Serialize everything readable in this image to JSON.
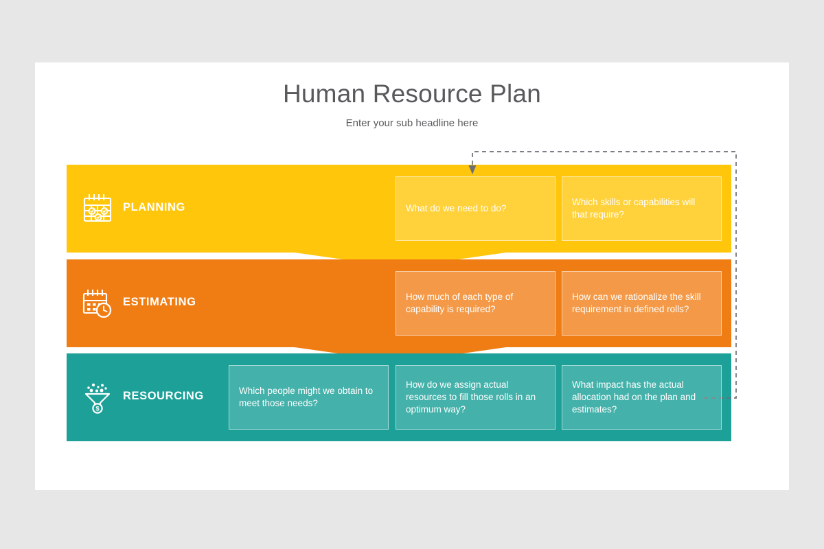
{
  "slide": {
    "title": "Human Resource Plan",
    "subtitle": "Enter your sub headline here",
    "background_color": "#e8e7e8",
    "surface_color": "#ffffff"
  },
  "diagram": {
    "type": "stacked-process-bands",
    "feedback_arrow": {
      "name": "feedback-loop-arrow",
      "style": "dashed",
      "color": "#6b6f76",
      "direction": "from-resourcing-back-to-planning"
    },
    "rows": [
      {
        "id": "planning",
        "label": "PLANNING",
        "color": "#ffc60b",
        "icon": "calendar-check-icon",
        "cards": [
          {
            "slot": 2,
            "text": "What do we need to do?"
          },
          {
            "slot": 3,
            "text": "Which skills or capabilities will that require?"
          }
        ]
      },
      {
        "id": "estimating",
        "label": "ESTIMATING",
        "color": "#f07d14",
        "icon": "calendar-clock-icon",
        "cards": [
          {
            "slot": 2,
            "text": "How much of each type of capability is required?"
          },
          {
            "slot": 3,
            "text": "How can we rationalize the skill requirement in defined rolls?"
          }
        ]
      },
      {
        "id": "resourcing",
        "label": "RESOURCING",
        "color": "#1ca098",
        "icon": "funnel-dollar-icon",
        "cards": [
          {
            "slot": 1,
            "text": "Which people might we obtain to meet those needs?"
          },
          {
            "slot": 2,
            "text": "How do we assign actual resources to fill those rolls in an optimum way?"
          },
          {
            "slot": 3,
            "text": "What impact has the actual allocation had on the plan and estimates?"
          }
        ]
      }
    ]
  }
}
